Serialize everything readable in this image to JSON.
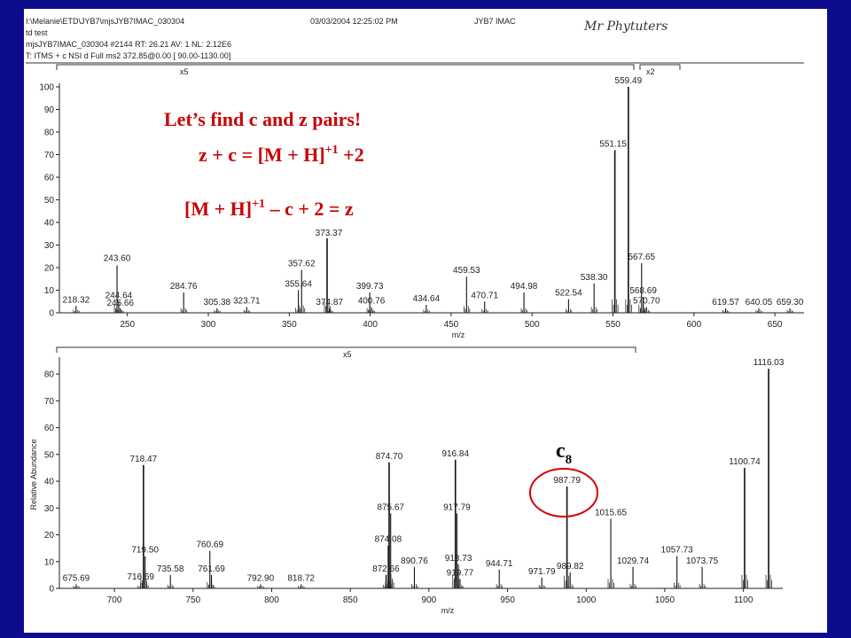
{
  "header": {
    "path": "I:\\Melanie\\ETD\\JYB7\\mjsJYB7IMAC_030304",
    "datetime": "03/03/2004 12:25:02 PM",
    "instrument": "JYB7 IMAC",
    "line2": "td test",
    "line3": "mjsJYB7IMAC_030304 #2144  RT: 26.21  AV: 1  NL: 2.12E6",
    "line4": "T: ITMS + c NSI d Full ms2 372.85@0.00 [ 90.00-1130.00]",
    "handwriting": "Mr Phytuters"
  },
  "annotations": {
    "line1": "Let’s find c and z pairs!",
    "eq1_main": "z + c = [M + H]",
    "eq1_sup": "+1",
    "eq1_tail": " +2",
    "eq2_main": "[M + H]",
    "eq2_sup": "+1",
    "eq2_tail": " – c + 2 = z",
    "c8_main": "c",
    "c8_sub": "8",
    "color": "#c80000"
  },
  "chart_data": [
    {
      "type": "bar",
      "xlabel": "m/z",
      "ylabel": "",
      "xlim": [
        208,
        668
      ],
      "ylim": [
        0,
        100
      ],
      "xticks": [
        250,
        300,
        350,
        400,
        450,
        500,
        550,
        600,
        650
      ],
      "yticks": [
        0,
        10,
        20,
        30,
        40,
        50,
        60,
        70,
        80,
        90,
        100
      ],
      "zoom_labels": [
        "x5",
        "x2"
      ],
      "peaks": [
        {
          "mz": 218.32,
          "intensity": 3,
          "label": "218.32"
        },
        {
          "mz": 243.6,
          "intensity": 21,
          "label": "243.60"
        },
        {
          "mz": 244.64,
          "intensity": 5,
          "label": "244.64"
        },
        {
          "mz": 245.66,
          "intensity": 1.5,
          "label": "245.66"
        },
        {
          "mz": 284.76,
          "intensity": 9,
          "label": "284.76"
        },
        {
          "mz": 305.38,
          "intensity": 2,
          "label": "305.38"
        },
        {
          "mz": 323.71,
          "intensity": 2.5,
          "label": "323.71"
        },
        {
          "mz": 355.64,
          "intensity": 10,
          "label": "355.64"
        },
        {
          "mz": 357.62,
          "intensity": 19,
          "label": "357.62"
        },
        {
          "mz": 373.37,
          "intensity": 33,
          "label": "373.37"
        },
        {
          "mz": 374.87,
          "intensity": 2,
          "label": "374.87"
        },
        {
          "mz": 399.73,
          "intensity": 9,
          "label": "399.73"
        },
        {
          "mz": 400.76,
          "intensity": 2.5,
          "label": "400.76"
        },
        {
          "mz": 434.64,
          "intensity": 3.5,
          "label": "434.64"
        },
        {
          "mz": 459.53,
          "intensity": 16,
          "label": "459.53"
        },
        {
          "mz": 470.71,
          "intensity": 5,
          "label": "470.71"
        },
        {
          "mz": 494.98,
          "intensity": 9,
          "label": "494.98"
        },
        {
          "mz": 522.54,
          "intensity": 6,
          "label": "522.54"
        },
        {
          "mz": 538.3,
          "intensity": 13,
          "label": "538.30"
        },
        {
          "mz": 551.15,
          "intensity": 72,
          "label": "551.15"
        },
        {
          "mz": 559.49,
          "intensity": 100,
          "label": "559.49"
        },
        {
          "mz": 567.65,
          "intensity": 22,
          "label": "567.65"
        },
        {
          "mz": 568.69,
          "intensity": 7,
          "label": "568.69"
        },
        {
          "mz": 570.7,
          "intensity": 2.5,
          "label": "570.70"
        },
        {
          "mz": 619.57,
          "intensity": 2,
          "label": "619.57"
        },
        {
          "mz": 640.05,
          "intensity": 2,
          "label": "640.05"
        },
        {
          "mz": 659.3,
          "intensity": 2,
          "label": "659.30"
        }
      ]
    },
    {
      "type": "bar",
      "xlabel": "m/z",
      "ylabel": "Relative Abundance",
      "xlim": [
        665,
        1125
      ],
      "ylim": [
        0,
        85
      ],
      "xticks": [
        700,
        750,
        800,
        850,
        900,
        950,
        1000,
        1050,
        1100
      ],
      "yticks": [
        0,
        10,
        20,
        30,
        40,
        50,
        60,
        70,
        80
      ],
      "zoom_labels": [
        "x5"
      ],
      "peaks": [
        {
          "mz": 675.69,
          "intensity": 1.5,
          "label": "675.69"
        },
        {
          "mz": 716.69,
          "intensity": 2,
          "label": "716.69"
        },
        {
          "mz": 718.47,
          "intensity": 46,
          "label": "718.47"
        },
        {
          "mz": 719.5,
          "intensity": 12,
          "label": "719.50"
        },
        {
          "mz": 735.58,
          "intensity": 5,
          "label": "735.58"
        },
        {
          "mz": 760.69,
          "intensity": 14,
          "label": "760.69"
        },
        {
          "mz": 761.69,
          "intensity": 5,
          "label": "761.69"
        },
        {
          "mz": 792.9,
          "intensity": 1.5,
          "label": "792.90"
        },
        {
          "mz": 818.72,
          "intensity": 1.5,
          "label": "818.72"
        },
        {
          "mz": 872.66,
          "intensity": 5,
          "label": "872.66"
        },
        {
          "mz": 874.08,
          "intensity": 16,
          "label": "874.08"
        },
        {
          "mz": 874.7,
          "intensity": 47,
          "label": "874.70"
        },
        {
          "mz": 875.67,
          "intensity": 28,
          "label": "875.67"
        },
        {
          "mz": 890.76,
          "intensity": 8,
          "label": "890.76"
        },
        {
          "mz": 916.84,
          "intensity": 48,
          "label": "916.84"
        },
        {
          "mz": 917.79,
          "intensity": 28,
          "label": "917.79"
        },
        {
          "mz": 918.73,
          "intensity": 9,
          "label": "918.73"
        },
        {
          "mz": 919.77,
          "intensity": 3.5,
          "label": "919.77"
        },
        {
          "mz": 944.71,
          "intensity": 7,
          "label": "944.71"
        },
        {
          "mz": 971.79,
          "intensity": 4,
          "label": "971.79"
        },
        {
          "mz": 987.79,
          "intensity": 38,
          "label": "987.79"
        },
        {
          "mz": 989.82,
          "intensity": 6,
          "label": "989.82"
        },
        {
          "mz": 1015.65,
          "intensity": 26,
          "label": "1015.65"
        },
        {
          "mz": 1029.74,
          "intensity": 8,
          "label": "1029.74"
        },
        {
          "mz": 1057.73,
          "intensity": 12,
          "label": "1057.73"
        },
        {
          "mz": 1073.75,
          "intensity": 8,
          "label": "1073.75"
        },
        {
          "mz": 1100.74,
          "intensity": 45,
          "label": "1100.74"
        },
        {
          "mz": 1116.03,
          "intensity": 82,
          "label": "1116.03"
        }
      ]
    }
  ]
}
